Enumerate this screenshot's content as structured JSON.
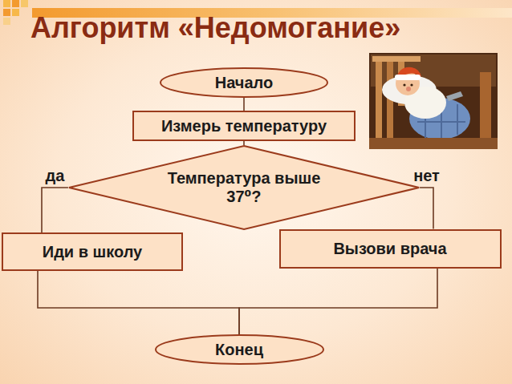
{
  "diagram": {
    "title": "Алгоритм «Недомогание»",
    "nodes": [
      {
        "text": [
          "Начало"
        ]
      },
      {
        "text": [
          "Измерь температуру"
        ]
      },
      {
        "text": [
          "Температура выше 37⁰?"
        ]
      },
      {
        "text": [
          "Иди в школу"
        ]
      },
      {
        "text": [
          "Вызови врача"
        ]
      },
      {
        "text": [
          "Конец"
        ]
      }
    ],
    "edges": [
      {
        "from": 0,
        "to": 1,
        "arrow": "none"
      },
      {
        "from": 1,
        "to": 2,
        "arrow": "none"
      },
      {
        "from": 2,
        "to": 3,
        "label": "да",
        "arrow": "none"
      },
      {
        "from": 2,
        "to": 4,
        "label": "нет",
        "arrow": "none"
      },
      {
        "from": 3,
        "to": 5,
        "arrow": "none"
      },
      {
        "from": 4,
        "to": 5,
        "arrow": "none"
      }
    ]
  }
}
